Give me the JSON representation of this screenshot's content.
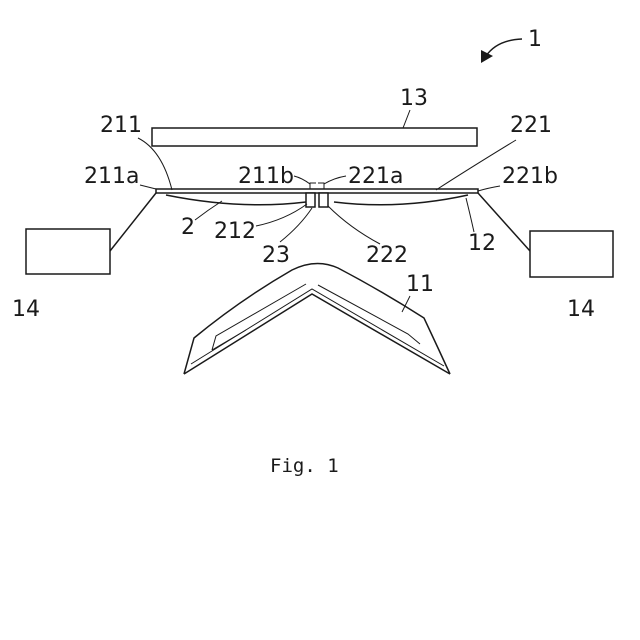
{
  "figure": {
    "caption": "Fig. 1",
    "labels": {
      "device": "1",
      "plate": "13",
      "left_layer": "211",
      "right_layer": "221",
      "left_end": "211a",
      "left_inner_end": "211b",
      "right_inner_end": "221a",
      "right_end": "221b",
      "membrane": "2",
      "left_lower": "212",
      "right_lower": "222",
      "joint": "23",
      "wire": "12",
      "shell": "11",
      "left_box": "14",
      "right_box": "14"
    }
  }
}
